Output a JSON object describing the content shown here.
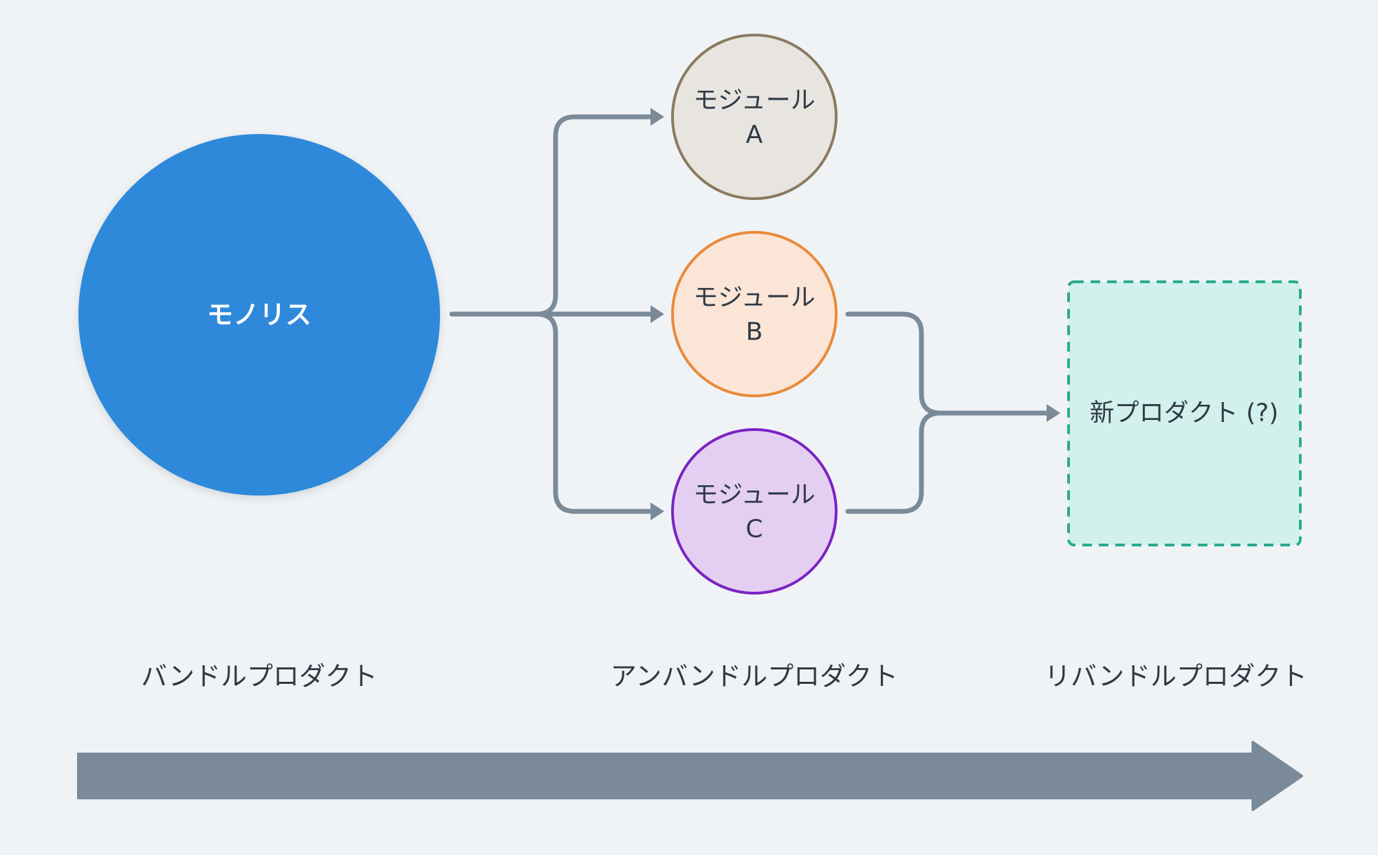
{
  "colors": {
    "background": "#f0f3f6",
    "connector": "#7b8a99",
    "text": "#2f3a45",
    "monolith_fill": "#2e89da",
    "monolith_text": "#ffffff",
    "module_a_fill": "#e8e5e0",
    "module_a_stroke": "#8a7a60",
    "module_b_fill": "#fbe5d6",
    "module_b_stroke": "#e88a3a",
    "module_c_fill": "#e4cff3",
    "module_c_stroke": "#7b22c4",
    "new_product_fill": "#d2f0ec",
    "new_product_stroke": "#2aaa8f"
  },
  "nodes": {
    "monolith": {
      "label": "モノリス"
    },
    "module_a": {
      "line1": "モジュール",
      "line2": "A"
    },
    "module_b": {
      "line1": "モジュール",
      "line2": "B"
    },
    "module_c": {
      "line1": "モジュール",
      "line2": "C"
    },
    "new_product": {
      "label": "新プロダクト (?)"
    }
  },
  "stages": [
    {
      "label": "バンドルプロダクト"
    },
    {
      "label": "アンバンドルプロダクト"
    },
    {
      "label": "リバンドルプロダクト"
    }
  ],
  "timeline": {
    "direction": "left-to-right"
  }
}
